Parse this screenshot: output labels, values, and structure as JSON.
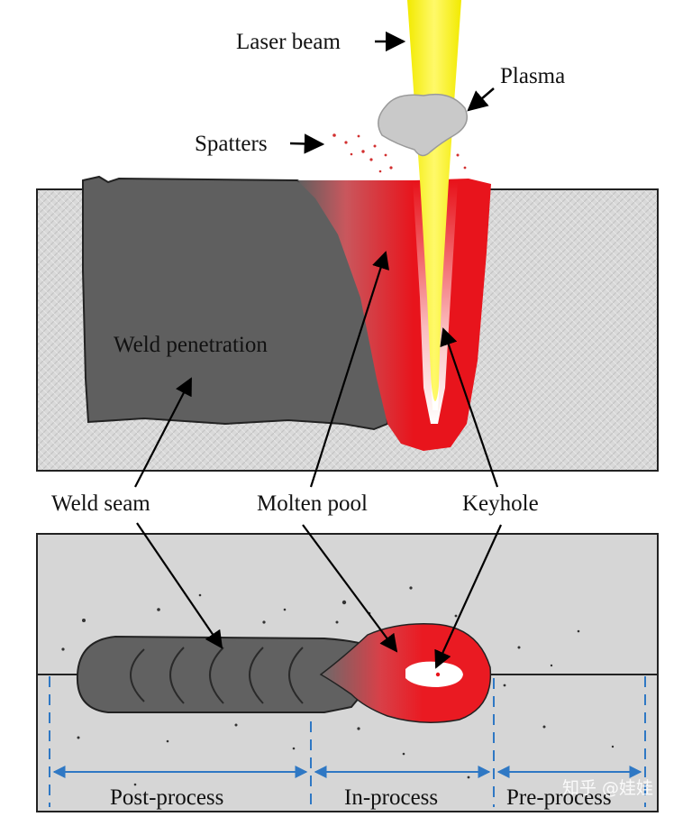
{
  "diagram": {
    "labels": {
      "laser_beam": "Laser beam",
      "plasma": "Plasma",
      "spatters": "Spatters",
      "weld_penetration": "Weld penetration",
      "weld_seam": "Weld seam",
      "molten_pool": "Molten pool",
      "keyhole": "Keyhole"
    },
    "stages": {
      "post": "Post-process",
      "in": "In-process",
      "pre": "Pre-process"
    },
    "watermark": "知乎 @娃娃",
    "colors": {
      "laser": "#f5f000",
      "molten": "#e8141c",
      "weld": "#5f5f5f",
      "plate": "#d6d6d6",
      "dimension": "#2f78c4",
      "plasma": "#c9c9c9"
    }
  }
}
